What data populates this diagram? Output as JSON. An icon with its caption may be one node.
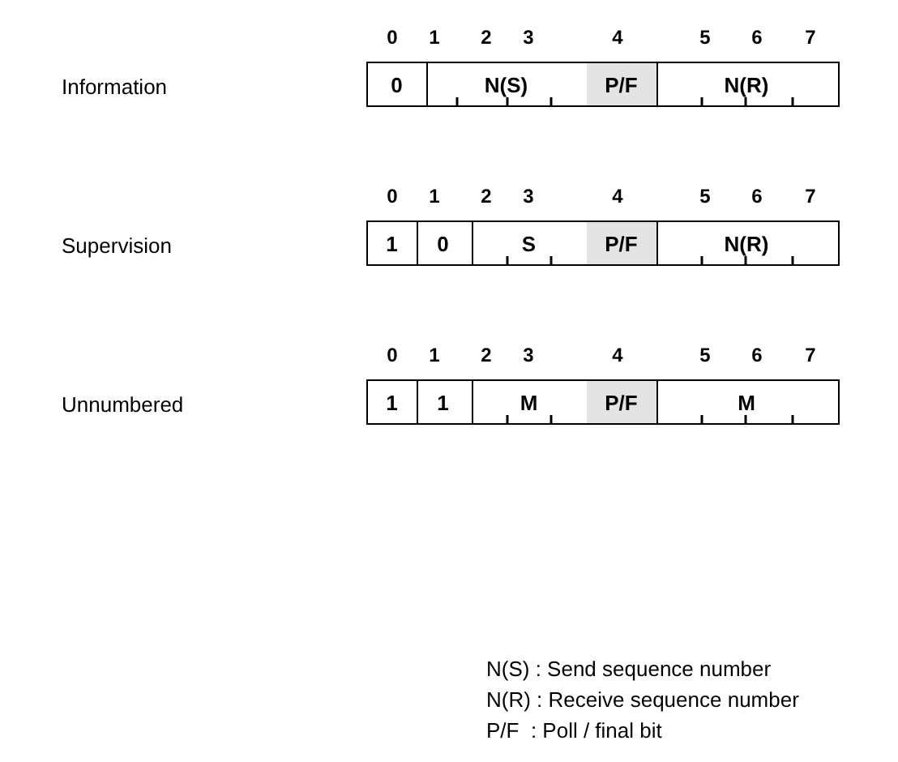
{
  "diagram": {
    "labels": [
      "0",
      "1",
      "2",
      "3",
      "4",
      "5",
      "6",
      "7",
      "Information",
      "0",
      "N(S)",
      "P/F",
      "N(R)",
      "0",
      "1",
      "2",
      "3",
      "4",
      "5",
      "6",
      "7",
      "Supervision",
      "1",
      "0",
      "S",
      "P/F",
      "N(R)",
      "0",
      "1",
      "2",
      "3",
      "4",
      "5",
      "6",
      "7",
      "Unnumbered",
      "1",
      "1",
      "M",
      "P/F",
      "M",
      "N(S) : Send sequence number",
      "N(R) : Receive sequence number",
      "P/F  : Poll / final bit"
    ]
  }
}
